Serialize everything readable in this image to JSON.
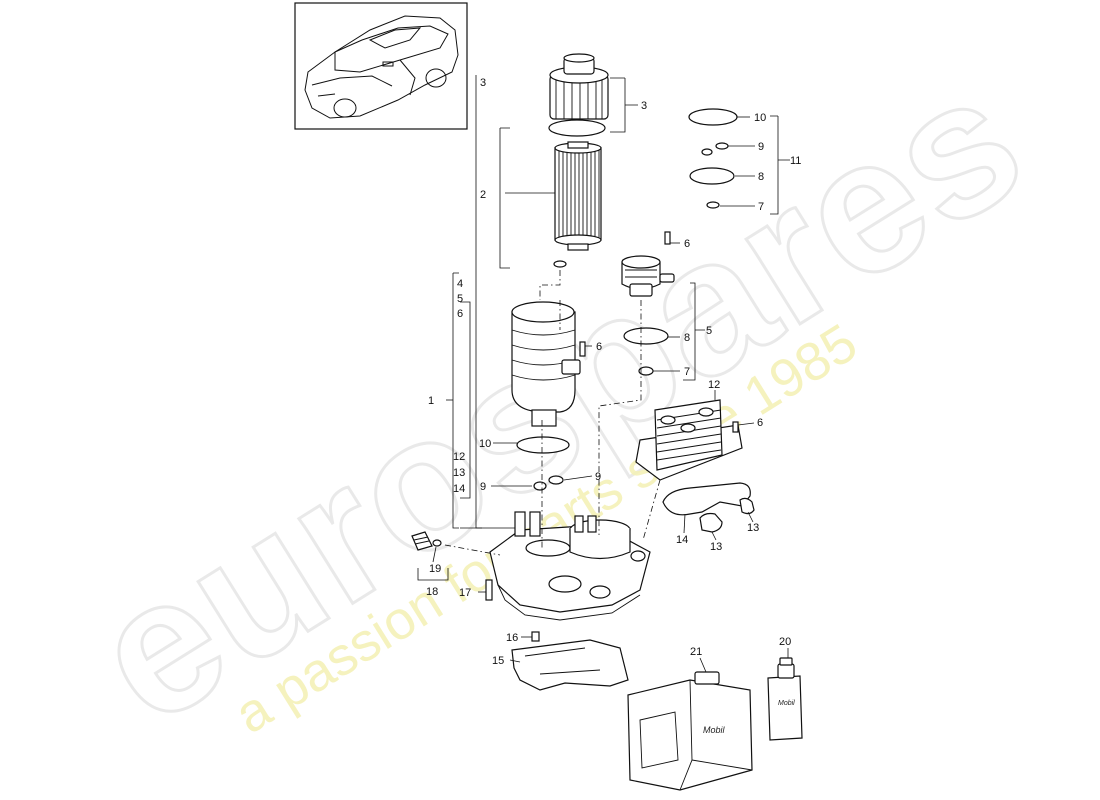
{
  "watermark": {
    "brand": "eurospares",
    "tagline": "a passion for parts since 1985"
  },
  "container_labels": {
    "jerrycan": "Mobil",
    "bottle": "Mobil"
  },
  "callouts": {
    "c1": "1",
    "c2": "2",
    "c3_left": "3",
    "c3_right": "3",
    "c4": "4",
    "c5_left": "5",
    "c6_left": "6",
    "c5_right": "5",
    "c6_bolt_a": "6",
    "c6_bolt_b": "6",
    "c6_bolt_c": "6",
    "c7_top": "7",
    "c7_mid": "7",
    "c8_top": "8",
    "c8_mid": "8",
    "c9_top": "9",
    "c9_left": "9",
    "c9_right": "9",
    "c10_top": "10",
    "c10_mid": "10",
    "c11": "11",
    "c12_left": "12",
    "c12_cooler": "12",
    "c13_left": "13",
    "c13_a": "13",
    "c13_b": "13",
    "c14_left": "14",
    "c14_gasket": "14",
    "c15": "15",
    "c16": "16",
    "c17": "17",
    "c18": "18",
    "c19": "19",
    "c20": "20",
    "c21": "21"
  }
}
